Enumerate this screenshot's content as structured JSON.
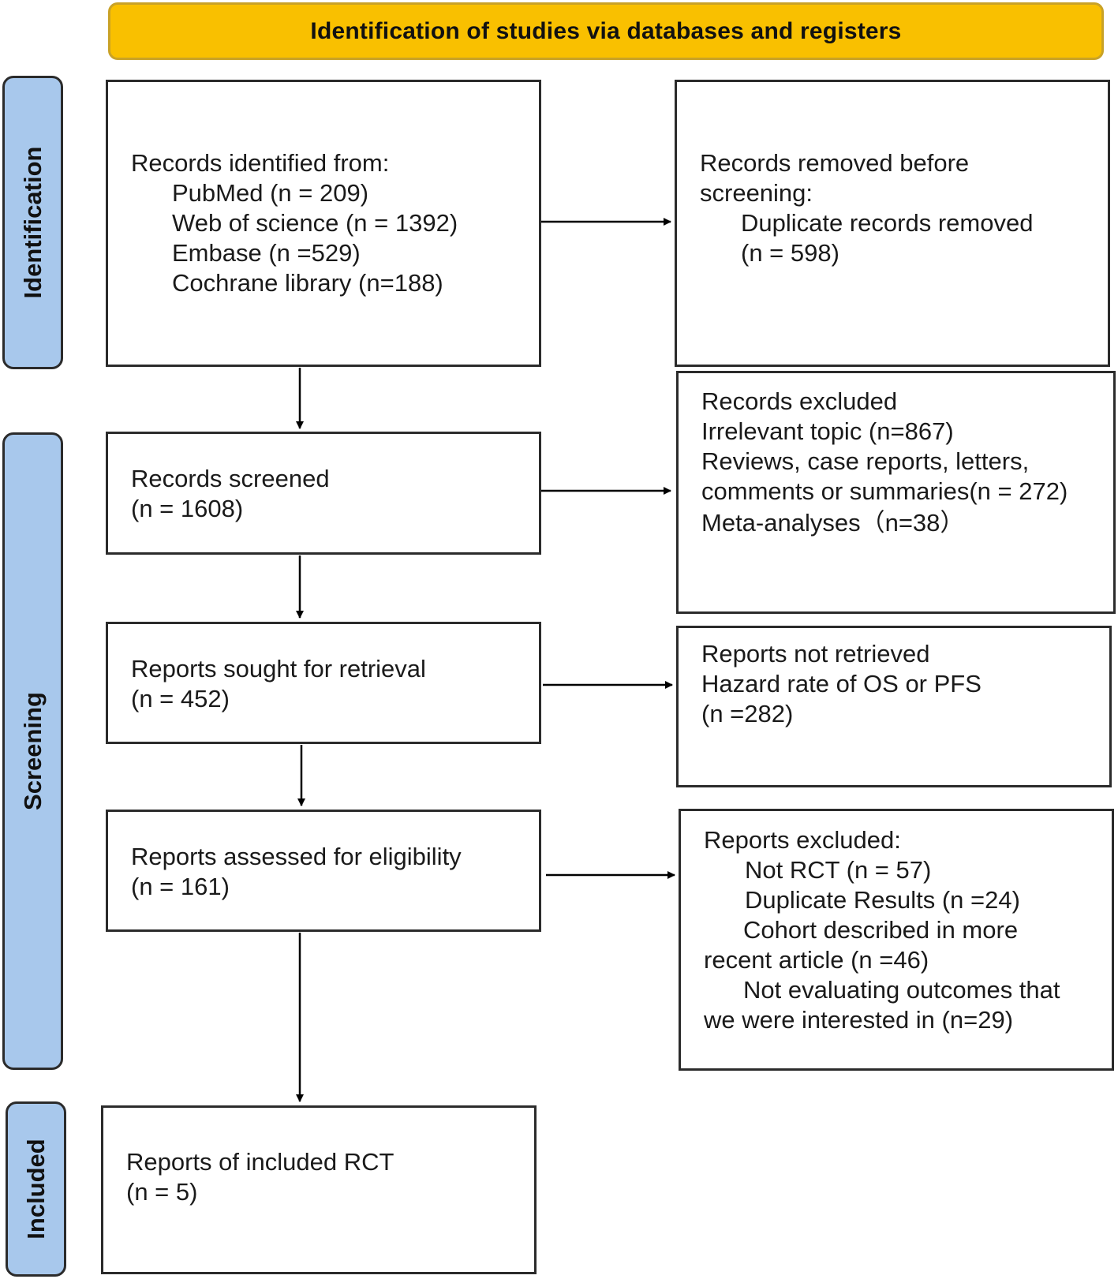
{
  "header": {
    "title": "Identification of studies via databases and registers"
  },
  "phases": {
    "identification": "Identification",
    "screening": "Screening",
    "included": "Included"
  },
  "boxes": {
    "identified": {
      "lines": [
        "Records identified from:",
        "PubMed (n = 209)",
        "Web of science (n = 1392)",
        "Embase (n =529)",
        "Cochrane library (n=188)"
      ]
    },
    "removed": {
      "lines": [
        "Records removed before",
        "screening:",
        "Duplicate records removed",
        "(n = 598)"
      ]
    },
    "screened": {
      "lines": [
        "Records screened",
        "(n = 1608)"
      ]
    },
    "excluded": {
      "lines": [
        "Records excluded",
        "Irrelevant topic (n=867)",
        "Reviews, case reports, letters,",
        "comments or summaries(n = 272)",
        "Meta-analyses（n=38）"
      ]
    },
    "sought": {
      "lines": [
        "Reports sought for retrieval",
        "(n = 452)"
      ]
    },
    "not_retrieved": {
      "lines": [
        "Reports not retrieved",
        "Hazard rate of OS or PFS",
        "(n =282)"
      ]
    },
    "assessed": {
      "lines": [
        "Reports assessed for eligibility",
        "(n = 161)"
      ]
    },
    "reports_excluded": {
      "lines": [
        "Reports excluded:",
        "Not RCT (n = 57)",
        "Duplicate Results (n =24)",
        "Cohort described in more",
        "recent article (n =46)",
        "Not evaluating outcomes that",
        "we were interested in (n=29)"
      ]
    },
    "included": {
      "lines": [
        "Reports of included RCT",
        "(n = 5)"
      ]
    }
  },
  "colors": {
    "header_fill": "#F9C000",
    "phase_fill": "#A8C8EC",
    "line": "#2b2b2b"
  }
}
